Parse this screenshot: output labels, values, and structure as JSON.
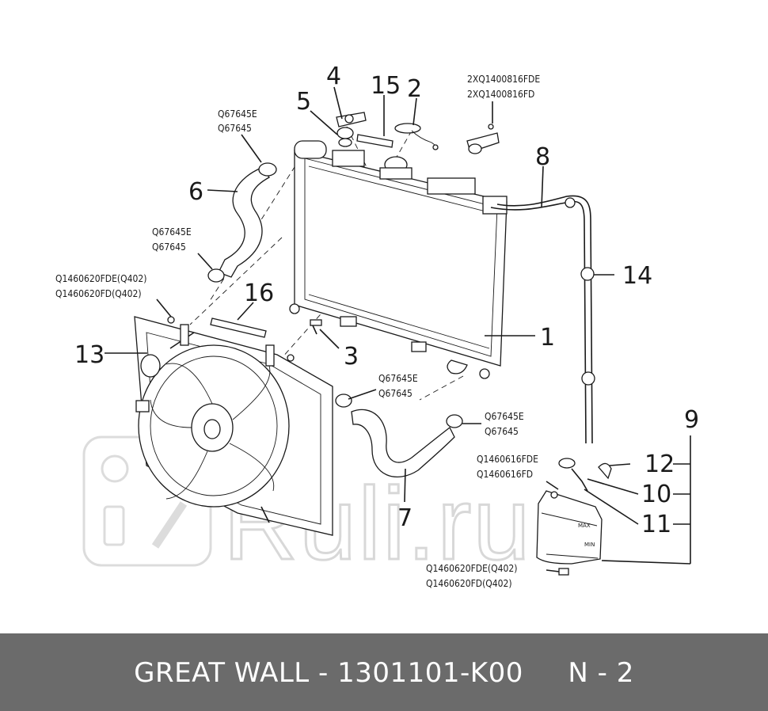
{
  "watermark": "Ruli.ru",
  "callouts": {
    "c1": "1",
    "c2": "2",
    "c3": "3",
    "c4": "4",
    "c5": "5",
    "c6": "6",
    "c7": "7",
    "c8": "8",
    "c9": "9",
    "c10": "10",
    "c11": "11",
    "c12": "12",
    "c13": "13",
    "c14": "14",
    "c15": "15",
    "c16": "16"
  },
  "codes": {
    "top_right_a": "2XQ1400816FDE",
    "top_right_b": "2XQ1400816FD",
    "hose_upper_a": "Q67645E",
    "hose_upper_b": "Q67645",
    "hose_lower_a": "Q67645E",
    "hose_lower_b": "Q67645",
    "fan_bolt_a": "Q1460620FDE(Q402)",
    "fan_bolt_b": "Q1460620FD(Q402)",
    "mid_clamp_a": "Q67645E",
    "mid_clamp_b": "Q67645",
    "outlet_clamp_a": "Q67645E",
    "outlet_clamp_b": "Q67645",
    "tank_bolt_a": "Q1460616FDE",
    "tank_bolt_b": "Q1460616FD",
    "bottom_bolt_a": "Q1460620FDE(Q402)",
    "bottom_bolt_b": "Q1460620FD(Q402)"
  },
  "tank_labels": {
    "max": "MAX",
    "min": "MIN"
  },
  "footer": "GREAT WALL - 1301101-K00     N - 2"
}
